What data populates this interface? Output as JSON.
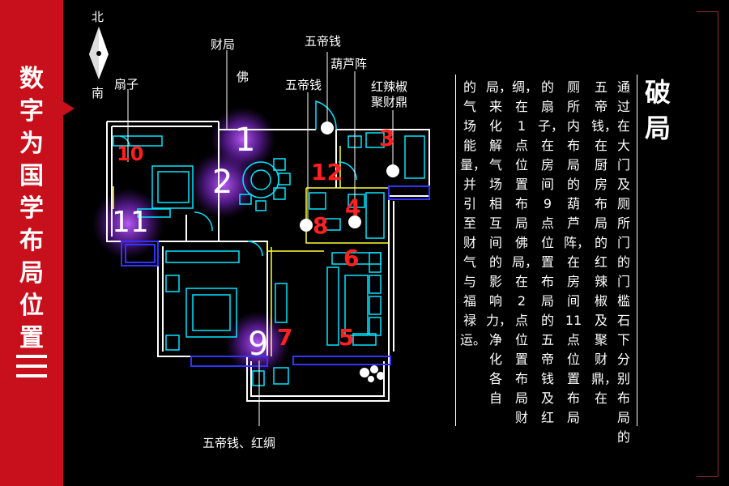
{
  "sidebar": {
    "title_chars": [
      "数",
      "字",
      "为",
      "国",
      "学",
      "布",
      "局",
      "位",
      "置"
    ]
  },
  "compass": {
    "north": "北",
    "south": "南"
  },
  "labels": {
    "wealth_position": "财局",
    "five_emperor_coins_top": "五帝钱",
    "gourd_array": "葫芦阵",
    "buddha": "佛",
    "five_emperor_coins_mid": "五帝钱",
    "red_pepper": "红辣椒",
    "wealth_cauldron": "聚财鼎",
    "fan": "扇子",
    "coins_red_silk": "五帝钱、红绸"
  },
  "numbers": [
    "1",
    "2",
    "3",
    "4",
    "5",
    "6",
    "7",
    "8",
    "9",
    "10",
    "11",
    "12"
  ],
  "panel": {
    "title_chars": [
      "破",
      "局"
    ],
    "columns": [
      "通过在大门及厕所门的门槛石下分别布局的",
      "五帝钱，在厨房布局的红辣椒及聚财鼎，在",
      "厕所内布局的葫芦阵，在房间11点位置布局",
      "的扇子，在房间9点位置布局的五帝钱及红",
      "绸，在1点位置布局佛局，在2点位置布局财",
      "局，来化解气场相互间的影响力，净化各自",
      "的气场能量，并引至财气与福禄运。"
    ]
  },
  "colors": {
    "sidebar": "#c8101c",
    "wall": "#ffffff",
    "furniture": "#00e5ff",
    "accent_yellow": "#ffff33",
    "number_red": "#ff2020",
    "glow": "#b040ff"
  }
}
